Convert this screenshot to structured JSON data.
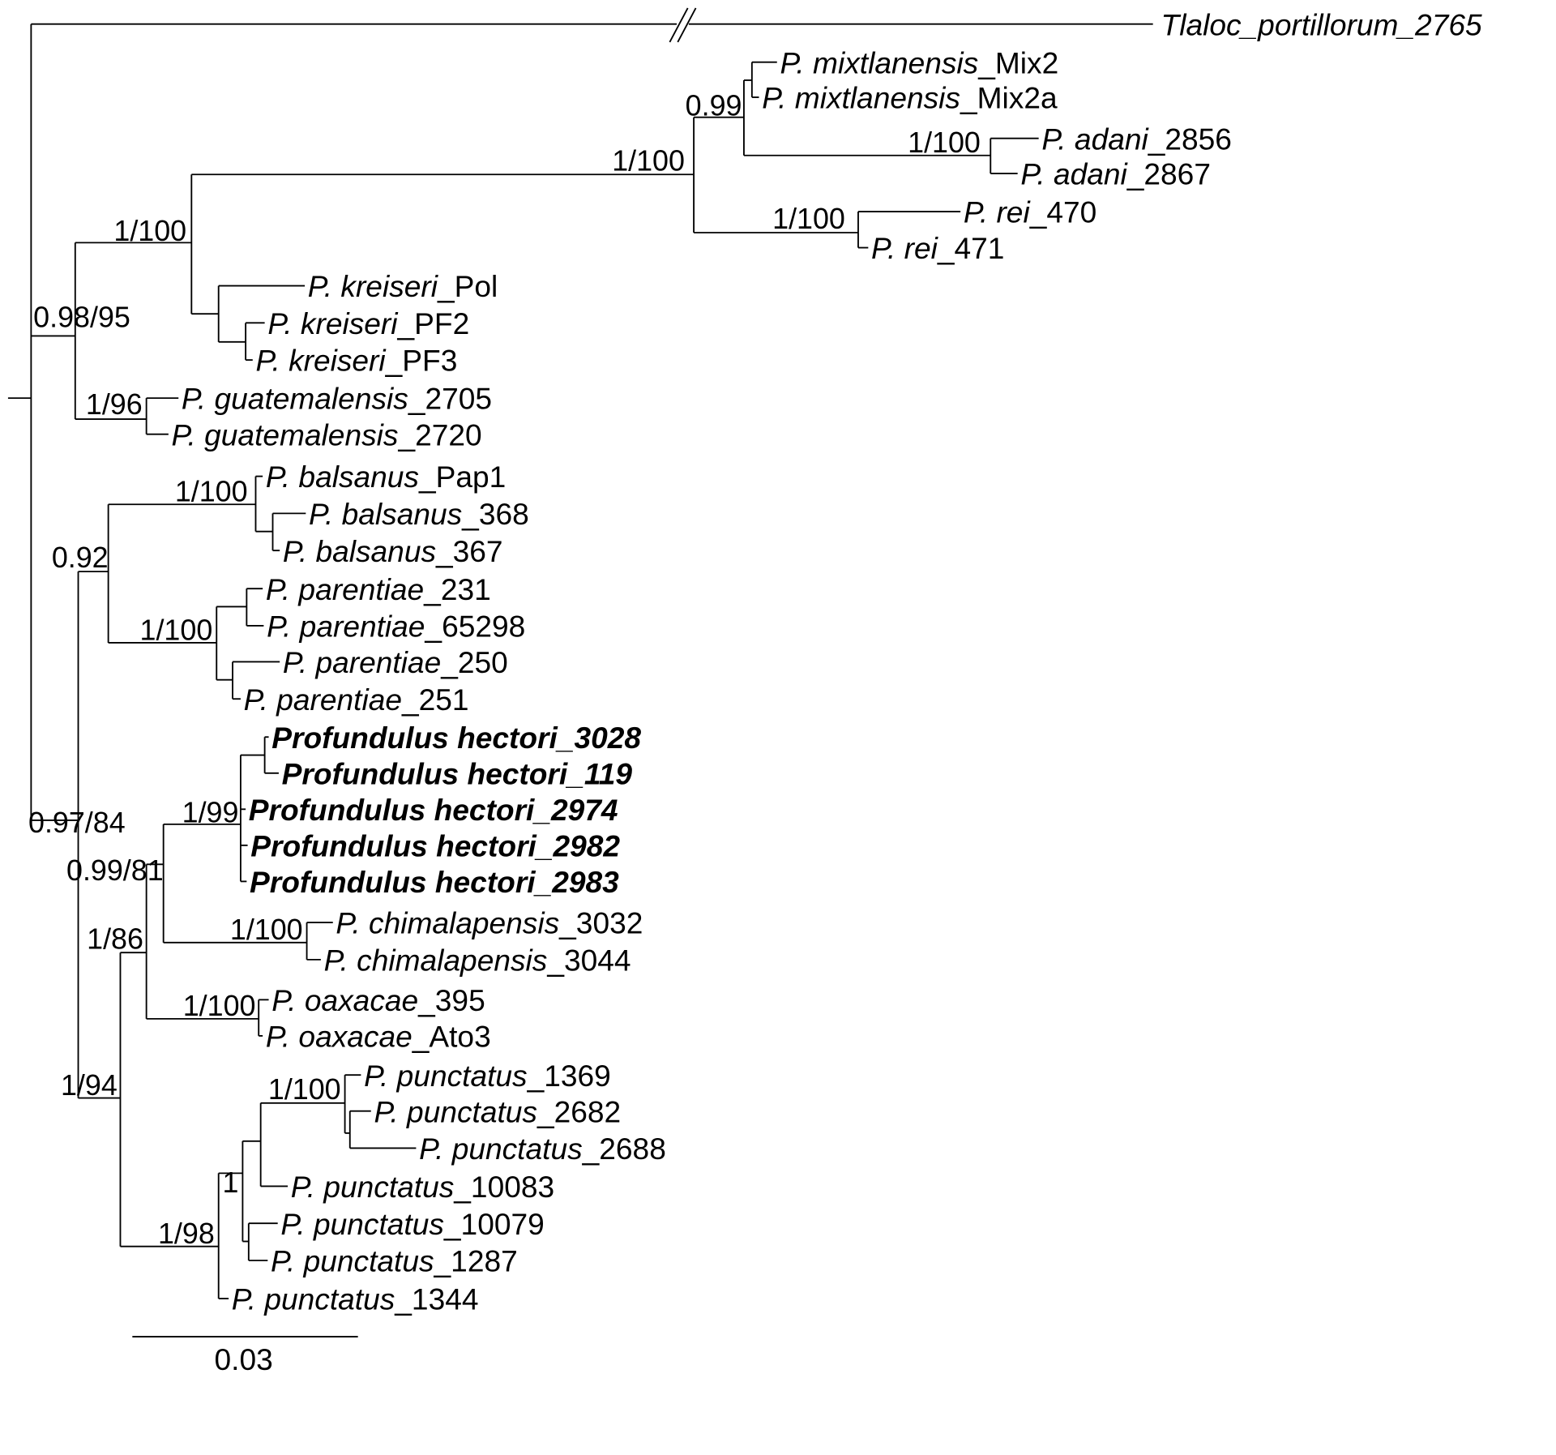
{
  "tree": {
    "outgroup": {
      "italic": "Tlaloc_portillorum_2765",
      "suffix": ""
    },
    "tips": [
      {
        "italic": "P. mixtlanensis",
        "suffix": "_Mix2",
        "bold": false
      },
      {
        "italic": "P. mixtlanensis",
        "suffix": "_Mix2a",
        "bold": false
      },
      {
        "italic": "P. adani",
        "suffix": "_2856",
        "bold": false
      },
      {
        "italic": "P. adani",
        "suffix": "_2867",
        "bold": false
      },
      {
        "italic": "P. rei",
        "suffix": "_470",
        "bold": false
      },
      {
        "italic": "P. rei",
        "suffix": "_471",
        "bold": false
      },
      {
        "italic": "P. kreiseri",
        "suffix": "_Pol",
        "bold": false
      },
      {
        "italic": "P. kreiseri",
        "suffix": "_PF2",
        "bold": false
      },
      {
        "italic": "P. kreiseri",
        "suffix": "_PF3",
        "bold": false
      },
      {
        "italic": "P. guatemalensis",
        "suffix": "_2705",
        "bold": false
      },
      {
        "italic": "P. guatemalensis",
        "suffix": "_2720",
        "bold": false
      },
      {
        "italic": "P. balsanus",
        "suffix": "_Pap1",
        "bold": false
      },
      {
        "italic": "P. balsanus",
        "suffix": "_368",
        "bold": false
      },
      {
        "italic": "P. balsanus",
        "suffix": "_367",
        "bold": false
      },
      {
        "italic": "P. parentiae",
        "suffix": "_231",
        "bold": false
      },
      {
        "italic": "P. parentiae",
        "suffix": "_65298",
        "bold": false
      },
      {
        "italic": "P. parentiae",
        "suffix": "_250",
        "bold": false
      },
      {
        "italic": "P. parentiae",
        "suffix": "_251",
        "bold": false
      },
      {
        "italic": "Profundulus hectori",
        "suffix": "_3028",
        "bold": true
      },
      {
        "italic": "Profundulus hectori",
        "suffix": "_119",
        "bold": true
      },
      {
        "italic": "Profundulus hectori",
        "suffix": "_2974",
        "bold": true
      },
      {
        "italic": "Profundulus hectori",
        "suffix": "_2982",
        "bold": true
      },
      {
        "italic": "Profundulus hectori",
        "suffix": "_2983",
        "bold": true
      },
      {
        "italic": "P. chimalapensis",
        "suffix": "_3032",
        "bold": false
      },
      {
        "italic": "P. chimalapensis",
        "suffix": "_3044",
        "bold": false
      },
      {
        "italic": "P. oaxacae",
        "suffix": "_395",
        "bold": false
      },
      {
        "italic": "P. oaxacae",
        "suffix": "_Ato3",
        "bold": false
      },
      {
        "italic": "P. punctatus",
        "suffix": "_1369",
        "bold": false
      },
      {
        "italic": "P. punctatus",
        "suffix": "_2682",
        "bold": false
      },
      {
        "italic": "P. punctatus",
        "suffix": "_2688",
        "bold": false
      },
      {
        "italic": "P. punctatus",
        "suffix": "_10083",
        "bold": false
      },
      {
        "italic": "P. punctatus",
        "suffix": "_10079",
        "bold": false
      },
      {
        "italic": "P. punctatus",
        "suffix": "_1287",
        "bold": false
      },
      {
        "italic": "P. punctatus",
        "suffix": "_1344",
        "bold": false
      }
    ],
    "supports": [
      "1/100",
      "0.99",
      "1/100",
      "1/100",
      "1/100",
      "0.98/95",
      "1/96",
      "0.92",
      "1/100",
      "1/100",
      "0.97/84",
      "1/99",
      "0.99/81",
      "1/86",
      "1/100",
      "1/100",
      "1/94",
      "1/100",
      "1",
      "1/98"
    ],
    "scale_bar": "0.03"
  }
}
